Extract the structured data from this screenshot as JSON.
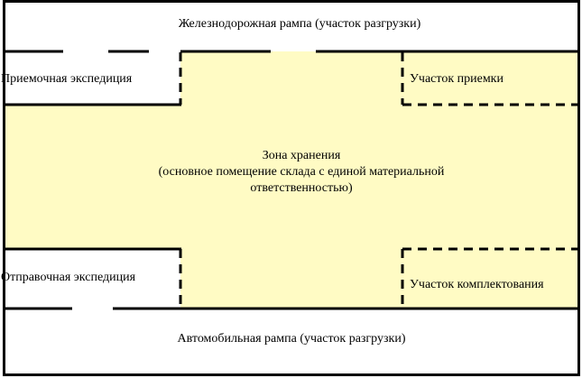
{
  "labels": {
    "rail_ramp": "Железнодорожная рампа (участок разгрузки)",
    "receiving_expedition": "Приемочная экспедиция",
    "receiving_area": "Участок приемки",
    "storage_zone_line1": "Зона хранения",
    "storage_zone_line2": "(основное помещение склада с единой материальной",
    "storage_zone_line3": "ответственностью)",
    "shipping_expedition": "Отправочная экспедиция",
    "picking_area": "Участок комплектования",
    "truck_ramp": "Автомобильная рампа (участок разгрузки)"
  },
  "colors": {
    "storage_fill": "#FFFBC4",
    "wall": "#000000",
    "background": "#FFFFFF"
  }
}
